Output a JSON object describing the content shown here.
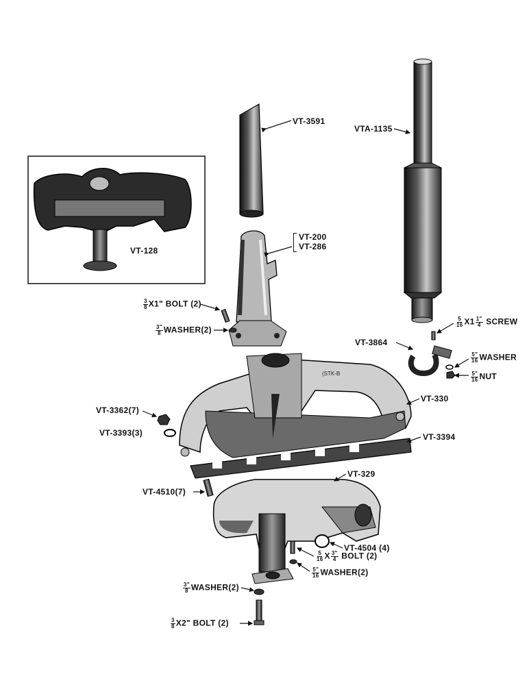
{
  "inset": {
    "part": "VT-128"
  },
  "parts": {
    "vt3591": "VT-3591",
    "vta1135": "VTA-1135",
    "vt200": "VT-200",
    "vt286": "VT-286",
    "vt3864": "VT-3864",
    "vt330": "VT-330",
    "vt3362": "VT-3362(7)",
    "vt3393": "VT-3393(3)",
    "vt3394": "VT-3394",
    "vt329": "VT-329",
    "vt4510": "VT-4510(7)",
    "vt4504": "VT-4504 (4)"
  },
  "hardware": {
    "bolt_1": {
      "n": "3",
      "d": "8",
      "text": "X1\" BOLT  (2)"
    },
    "washer_1": {
      "n": "3\"",
      "d": "8",
      "text": "WASHER(2)"
    },
    "screw": {
      "n1": "5",
      "d1": "16",
      "mid": "X1",
      "n2": "1\"",
      "d2": "4",
      "text": "SCREW"
    },
    "washer_5": {
      "n": "5\"",
      "d": "16",
      "text": "WASHER"
    },
    "nut": {
      "n": "5\"",
      "d": "16",
      "text": "NUT"
    },
    "bolt_2": {
      "n1": "5",
      "d1": "16",
      "mid": "X",
      "n2": "3\"",
      "d2": "4",
      "text": "BOLT (2)"
    },
    "washer_2": {
      "n": "5\"",
      "d": "16",
      "text": "WASHER(2)"
    },
    "washer_3": {
      "n": "3\"",
      "d": "8",
      "text": "WASHER(2)"
    },
    "bolt_3": {
      "n": "3",
      "d": "8",
      "text": "X2\" BOLT (2)"
    }
  }
}
